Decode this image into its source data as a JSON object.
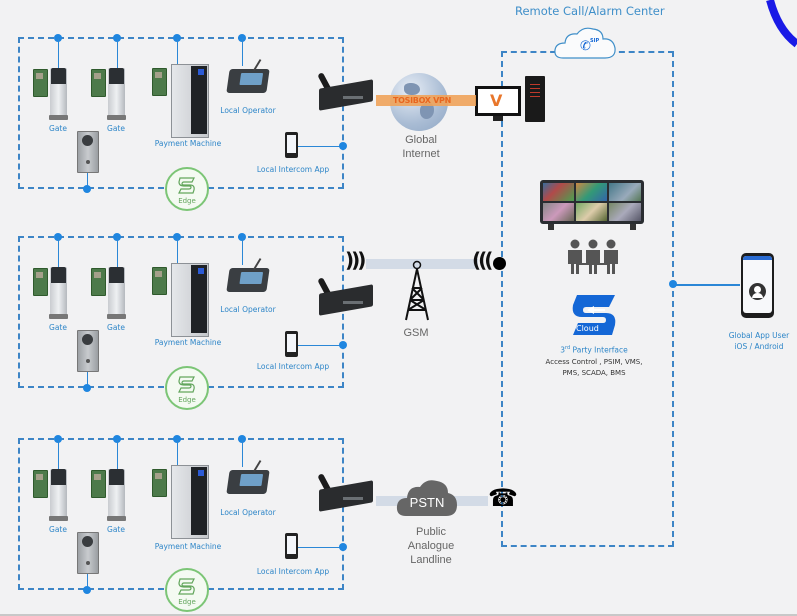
{
  "title": "Remote Call/Alarm Center",
  "colors": {
    "accent_blue": "#2e86c8",
    "dash_blue": "#3d85c6",
    "edge_green": "#7cc576",
    "vpn_orange": "#f0a35a",
    "cloud_blue": "#1467d6",
    "corner_arc": "#1a1ae6"
  },
  "sites": [
    {
      "id": "site-internet",
      "devices": {
        "gate1": "Gate",
        "gate2": "Gate",
        "payment": "Payment Machine",
        "operator": "Local Operator",
        "app": "Local Intercom App"
      },
      "edge_label": "Edge"
    },
    {
      "id": "site-gsm",
      "devices": {
        "gate1": "Gate",
        "gate2": "Gate",
        "payment": "Payment Machine",
        "operator": "Local Operator",
        "app": "Local Intercom App"
      },
      "edge_label": "Edge"
    },
    {
      "id": "site-pstn",
      "devices": {
        "gate1": "Gate",
        "gate2": "Gate",
        "payment": "Payment Machine",
        "operator": "Local Operator",
        "app": "Local Intercom App"
      },
      "edge_label": "Edge"
    }
  ],
  "links": {
    "internet": {
      "vpn_label": "TOSIBOX VPN",
      "line1": "Global",
      "line2": "Internet"
    },
    "gsm": {
      "label": "GSM"
    },
    "pstn": {
      "cloud_label": "PSTN",
      "line1": "Public",
      "line2": "Analogue",
      "line3": "Landline"
    }
  },
  "center": {
    "sip_label": "SIP",
    "cloud_label": "Cloud",
    "third_party_title_main": "3",
    "third_party_title_sup": "rd",
    "third_party_title_rest": " Party Interface",
    "third_party_line1": "Access Control , PSIM, VMS,",
    "third_party_line2": "PMS, SCADA, BMS"
  },
  "app_user": {
    "line1": "Global App User",
    "line2": "iOS / Android"
  }
}
